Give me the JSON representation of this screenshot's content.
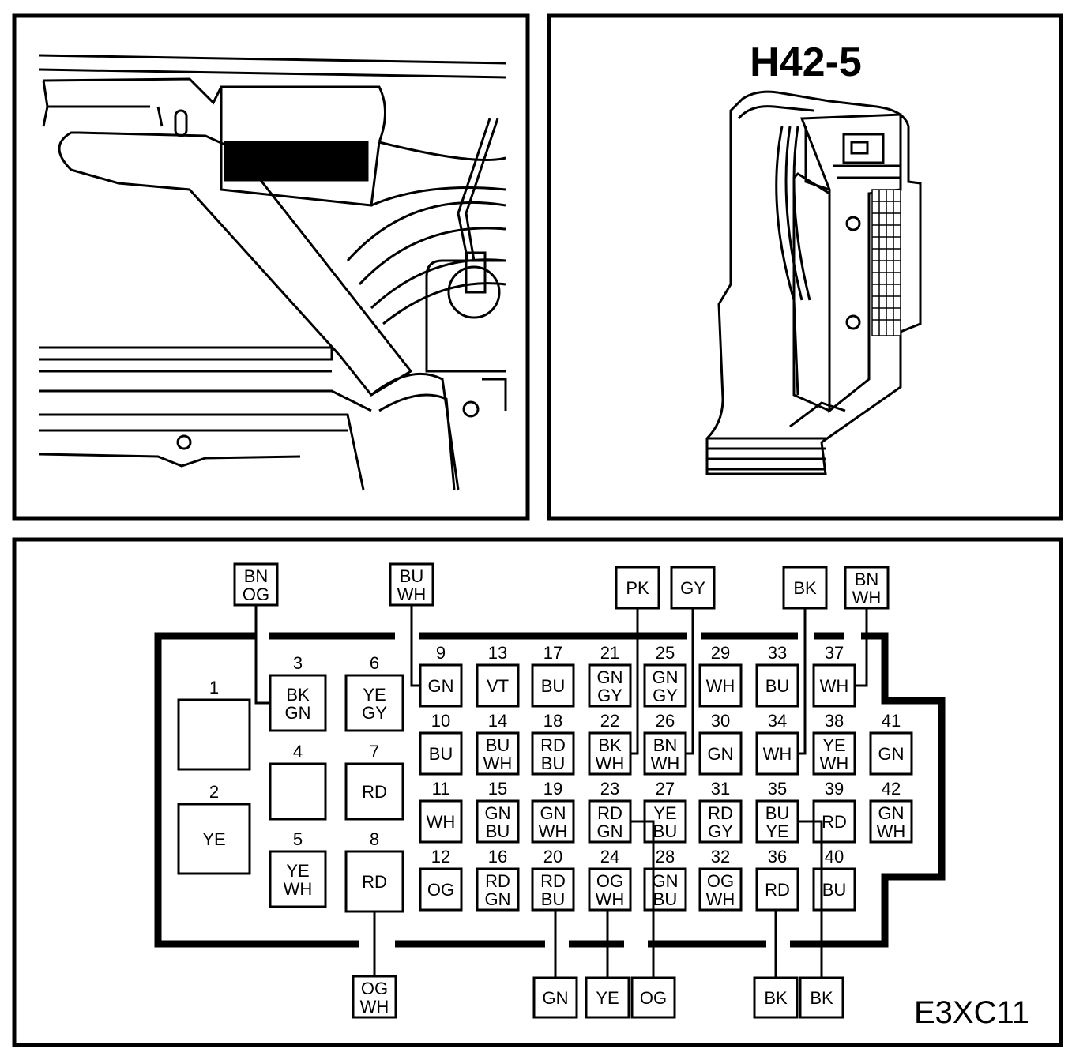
{
  "connector": {
    "title": "H42-5",
    "code": "E3XC11"
  },
  "pins": [
    {
      "n": "1",
      "c": []
    },
    {
      "n": "2",
      "c": [
        "YE"
      ]
    },
    {
      "n": "3",
      "c": [
        "BK",
        "GN"
      ]
    },
    {
      "n": "4",
      "c": []
    },
    {
      "n": "5",
      "c": [
        "YE",
        "WH"
      ]
    },
    {
      "n": "6",
      "c": [
        "YE",
        "GY"
      ]
    },
    {
      "n": "7",
      "c": [
        "RD"
      ]
    },
    {
      "n": "8",
      "c": [
        "RD"
      ]
    },
    {
      "n": "9",
      "c": [
        "GN"
      ]
    },
    {
      "n": "10",
      "c": [
        "BU"
      ]
    },
    {
      "n": "11",
      "c": [
        "WH"
      ]
    },
    {
      "n": "12",
      "c": [
        "OG"
      ]
    },
    {
      "n": "13",
      "c": [
        "VT"
      ]
    },
    {
      "n": "14",
      "c": [
        "BU",
        "WH"
      ]
    },
    {
      "n": "15",
      "c": [
        "GN",
        "BU"
      ]
    },
    {
      "n": "16",
      "c": [
        "RD",
        "GN"
      ]
    },
    {
      "n": "17",
      "c": [
        "BU"
      ]
    },
    {
      "n": "18",
      "c": [
        "RD",
        "BU"
      ]
    },
    {
      "n": "19",
      "c": [
        "GN",
        "WH"
      ]
    },
    {
      "n": "20",
      "c": [
        "RD",
        "BU"
      ]
    },
    {
      "n": "21",
      "c": [
        "GN",
        "GY"
      ]
    },
    {
      "n": "22",
      "c": [
        "BK",
        "WH"
      ]
    },
    {
      "n": "23",
      "c": [
        "RD",
        "GN"
      ]
    },
    {
      "n": "24",
      "c": [
        "OG",
        "WH"
      ]
    },
    {
      "n": "25",
      "c": [
        "GN",
        "GY"
      ]
    },
    {
      "n": "26",
      "c": [
        "BN",
        "WH"
      ]
    },
    {
      "n": "27",
      "c": [
        "YE",
        "BU"
      ]
    },
    {
      "n": "28",
      "c": [
        "GN",
        "BU"
      ]
    },
    {
      "n": "29",
      "c": [
        "WH"
      ]
    },
    {
      "n": "30",
      "c": [
        "GN"
      ]
    },
    {
      "n": "31",
      "c": [
        "RD",
        "GY"
      ]
    },
    {
      "n": "32",
      "c": [
        "OG",
        "WH"
      ]
    },
    {
      "n": "33",
      "c": [
        "BU"
      ]
    },
    {
      "n": "34",
      "c": [
        "WH"
      ]
    },
    {
      "n": "35",
      "c": [
        "BU",
        "YE"
      ]
    },
    {
      "n": "36",
      "c": [
        "RD"
      ]
    },
    {
      "n": "37",
      "c": [
        "WH"
      ]
    },
    {
      "n": "38",
      "c": [
        "YE",
        "WH"
      ]
    },
    {
      "n": "39",
      "c": [
        "RD"
      ]
    },
    {
      "n": "40",
      "c": [
        "BU"
      ]
    },
    {
      "n": "41",
      "c": [
        "GN"
      ]
    },
    {
      "n": "42",
      "c": [
        "GN",
        "WH"
      ]
    }
  ],
  "external_wires": {
    "top": [
      {
        "pin": "3",
        "c": [
          "BN",
          "OG"
        ]
      },
      {
        "pin": "9",
        "c": [
          "BU",
          "WH"
        ]
      },
      {
        "pin": "22",
        "c": [
          "PK"
        ]
      },
      {
        "pin": "26",
        "c": [
          "GY"
        ]
      },
      {
        "pin": "34",
        "c": [
          "BK"
        ]
      },
      {
        "pin": "37",
        "c": [
          "BN",
          "WH"
        ]
      }
    ],
    "bottom": [
      {
        "pin": "8",
        "c": [
          "OG",
          "WH"
        ]
      },
      {
        "pin": "20",
        "c": [
          "GN"
        ]
      },
      {
        "pin": "24",
        "c": [
          "YE"
        ]
      },
      {
        "pin": "23",
        "c": [
          "OG"
        ]
      },
      {
        "pin": "36",
        "c": [
          "BK"
        ]
      },
      {
        "pin": "35",
        "c": [
          "BK"
        ]
      }
    ]
  }
}
